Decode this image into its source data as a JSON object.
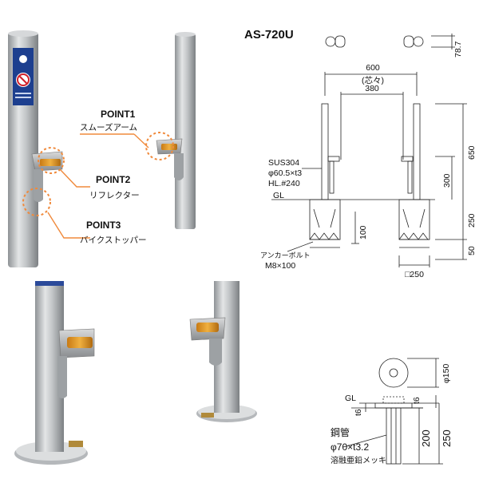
{
  "model": "AS-720U",
  "points": [
    {
      "title": "POINT1",
      "subtitle": "スムーズアーム"
    },
    {
      "title": "POINT2",
      "subtitle": "リフレクター"
    },
    {
      "title": "POINT3",
      "subtitle": "バイクストッパー"
    }
  ],
  "elevation": {
    "top_dim": "600",
    "center_label": "(芯々)",
    "inner_dim": "380",
    "plan_dim": "78.7",
    "h_total": "650",
    "h_arm": "300",
    "h_ground": "250",
    "h_base": "50",
    "h_anchor": "100",
    "width_base": "□250",
    "mat1": "SUS304",
    "mat2": "φ60.5×t3",
    "mat3": "HL.#240",
    "gl": "GL",
    "anchor1": "アンカーボルト",
    "anchor2": "M8×100"
  },
  "footing": {
    "dia": "φ150",
    "t_top": "t6",
    "t_left": "t6",
    "gl": "GL",
    "h200": "200",
    "h250": "250",
    "pipe1": "鋼管",
    "pipe2": "φ70×t3.2",
    "pipe3": "溶融亜鉛メッキ"
  }
}
